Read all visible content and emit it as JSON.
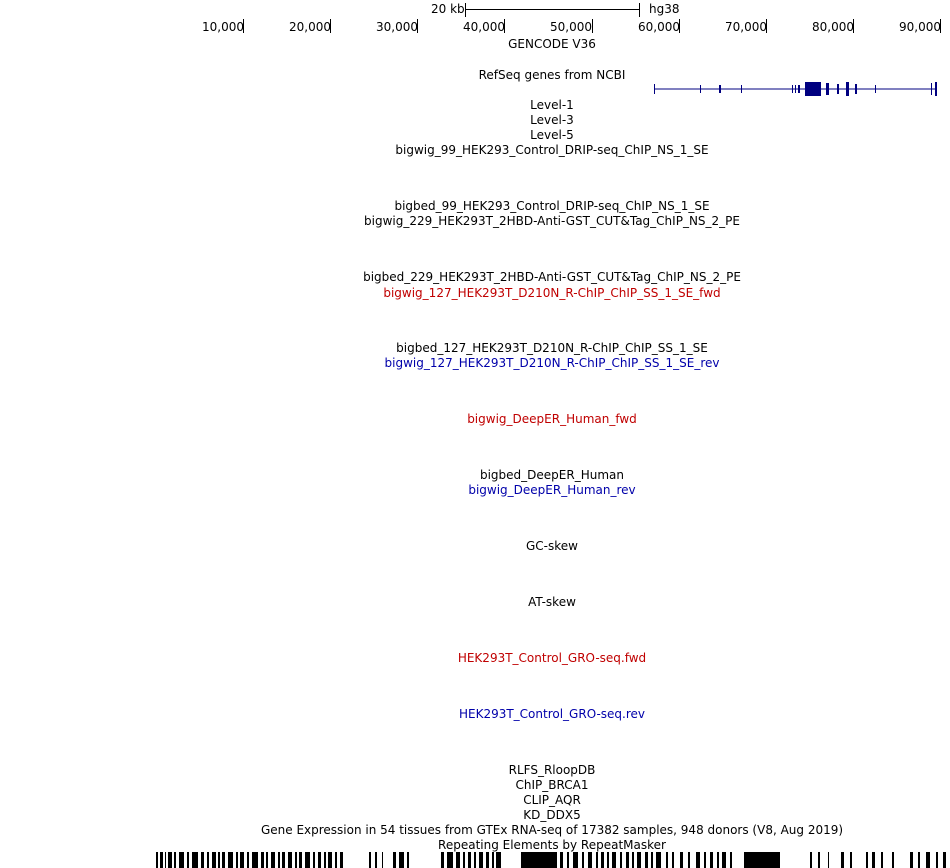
{
  "scale_bar": {
    "label": "20 kb",
    "assembly": "hg38"
  },
  "ruler": {
    "ticks": [
      "10,000",
      "20,000",
      "30,000",
      "40,000",
      "50,000",
      "60,000",
      "70,000",
      "80,000",
      "90,000"
    ]
  },
  "tracks": [
    {
      "label": "GENCODE V36",
      "color": "#000000"
    },
    {
      "label": "RefSeq genes from NCBI",
      "color": "#000000"
    },
    {
      "label": "Level-1",
      "color": "#000000"
    },
    {
      "label": "Level-3",
      "color": "#000000"
    },
    {
      "label": "Level-5",
      "color": "#000000"
    },
    {
      "label": "bigwig_99_HEK293_Control_DRIP-seq_ChIP_NS_1_SE",
      "color": "#000000"
    },
    {
      "label": "bigbed_99_HEK293_Control_DRIP-seq_ChIP_NS_1_SE",
      "color": "#000000"
    },
    {
      "label": "bigwig_229_HEK293T_2HBD-Anti-GST_CUT&Tag_ChIP_NS_2_PE",
      "color": "#000000"
    },
    {
      "label": "bigbed_229_HEK293T_2HBD-Anti-GST_CUT&Tag_ChIP_NS_2_PE",
      "color": "#000000"
    },
    {
      "label": "bigwig_127_HEK293T_D210N_R-ChIP_ChIP_SS_1_SE_fwd",
      "color": "#c00000"
    },
    {
      "label": "bigbed_127_HEK293T_D210N_R-ChIP_ChIP_SS_1_SE",
      "color": "#000000"
    },
    {
      "label": "bigwig_127_HEK293T_D210N_R-ChIP_ChIP_SS_1_SE_rev",
      "color": "#0000aa"
    },
    {
      "label": "bigwig_DeepER_Human_fwd",
      "color": "#c00000"
    },
    {
      "label": "bigbed_DeepER_Human",
      "color": "#000000"
    },
    {
      "label": "bigwig_DeepER_Human_rev",
      "color": "#0000aa"
    },
    {
      "label": "GC-skew",
      "color": "#000000"
    },
    {
      "label": "AT-skew",
      "color": "#000000"
    },
    {
      "label": "HEK293T_Control_GRO-seq.fwd",
      "color": "#c00000"
    },
    {
      "label": "HEK293T_Control_GRO-seq.rev",
      "color": "#0000aa"
    },
    {
      "label": "RLFS_RloopDB",
      "color": "#000000"
    },
    {
      "label": "ChIP_BRCA1",
      "color": "#000000"
    },
    {
      "label": "CLIP_AQR",
      "color": "#000000"
    },
    {
      "label": "KD_DDX5",
      "color": "#000000"
    },
    {
      "label": "Gene Expression in 54 tissues from GTEx RNA-seq of 17382 samples, 948 donors (V8, Aug 2019)",
      "color": "#000000"
    },
    {
      "label": "Repeating Elements by RepeatMasker",
      "color": "#000000"
    }
  ],
  "colors": {
    "gene": "#000080",
    "repeat": "#000000"
  }
}
